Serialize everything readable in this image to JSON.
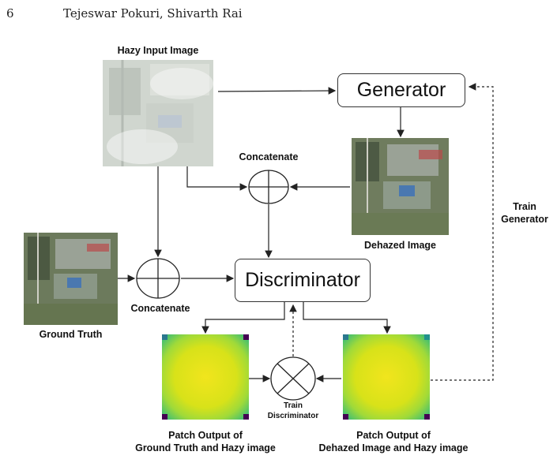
{
  "header": {
    "page_number": "6",
    "authors": "Tejeswar Pokuri, Shivarth Rai"
  },
  "figure": {
    "labels": {
      "hazy_input": "Hazy Input Image",
      "generator": "Generator",
      "dehazed_image": "Dehazed Image",
      "concatenate_top": "Concatenate",
      "concatenate_bottom": "Concatenate",
      "train_generator_line1": "Train",
      "train_generator_line2": "Generator",
      "discriminator": "Discriminator",
      "ground_truth": "Ground Truth",
      "train_discriminator_line1": "Train",
      "train_discriminator_line2": "Discriminator",
      "patch_left_line1": "Patch Output of",
      "patch_left_line2": "Ground Truth and Hazy image",
      "patch_right_line1": "Patch Output of",
      "patch_right_line2": "Dehazed Image and Hazy image"
    },
    "colors": {
      "heatmap_center": "#f1e51d",
      "heatmap_edge": "#6ece58",
      "heatmap_corner": "#440154",
      "line": "#222222"
    }
  }
}
